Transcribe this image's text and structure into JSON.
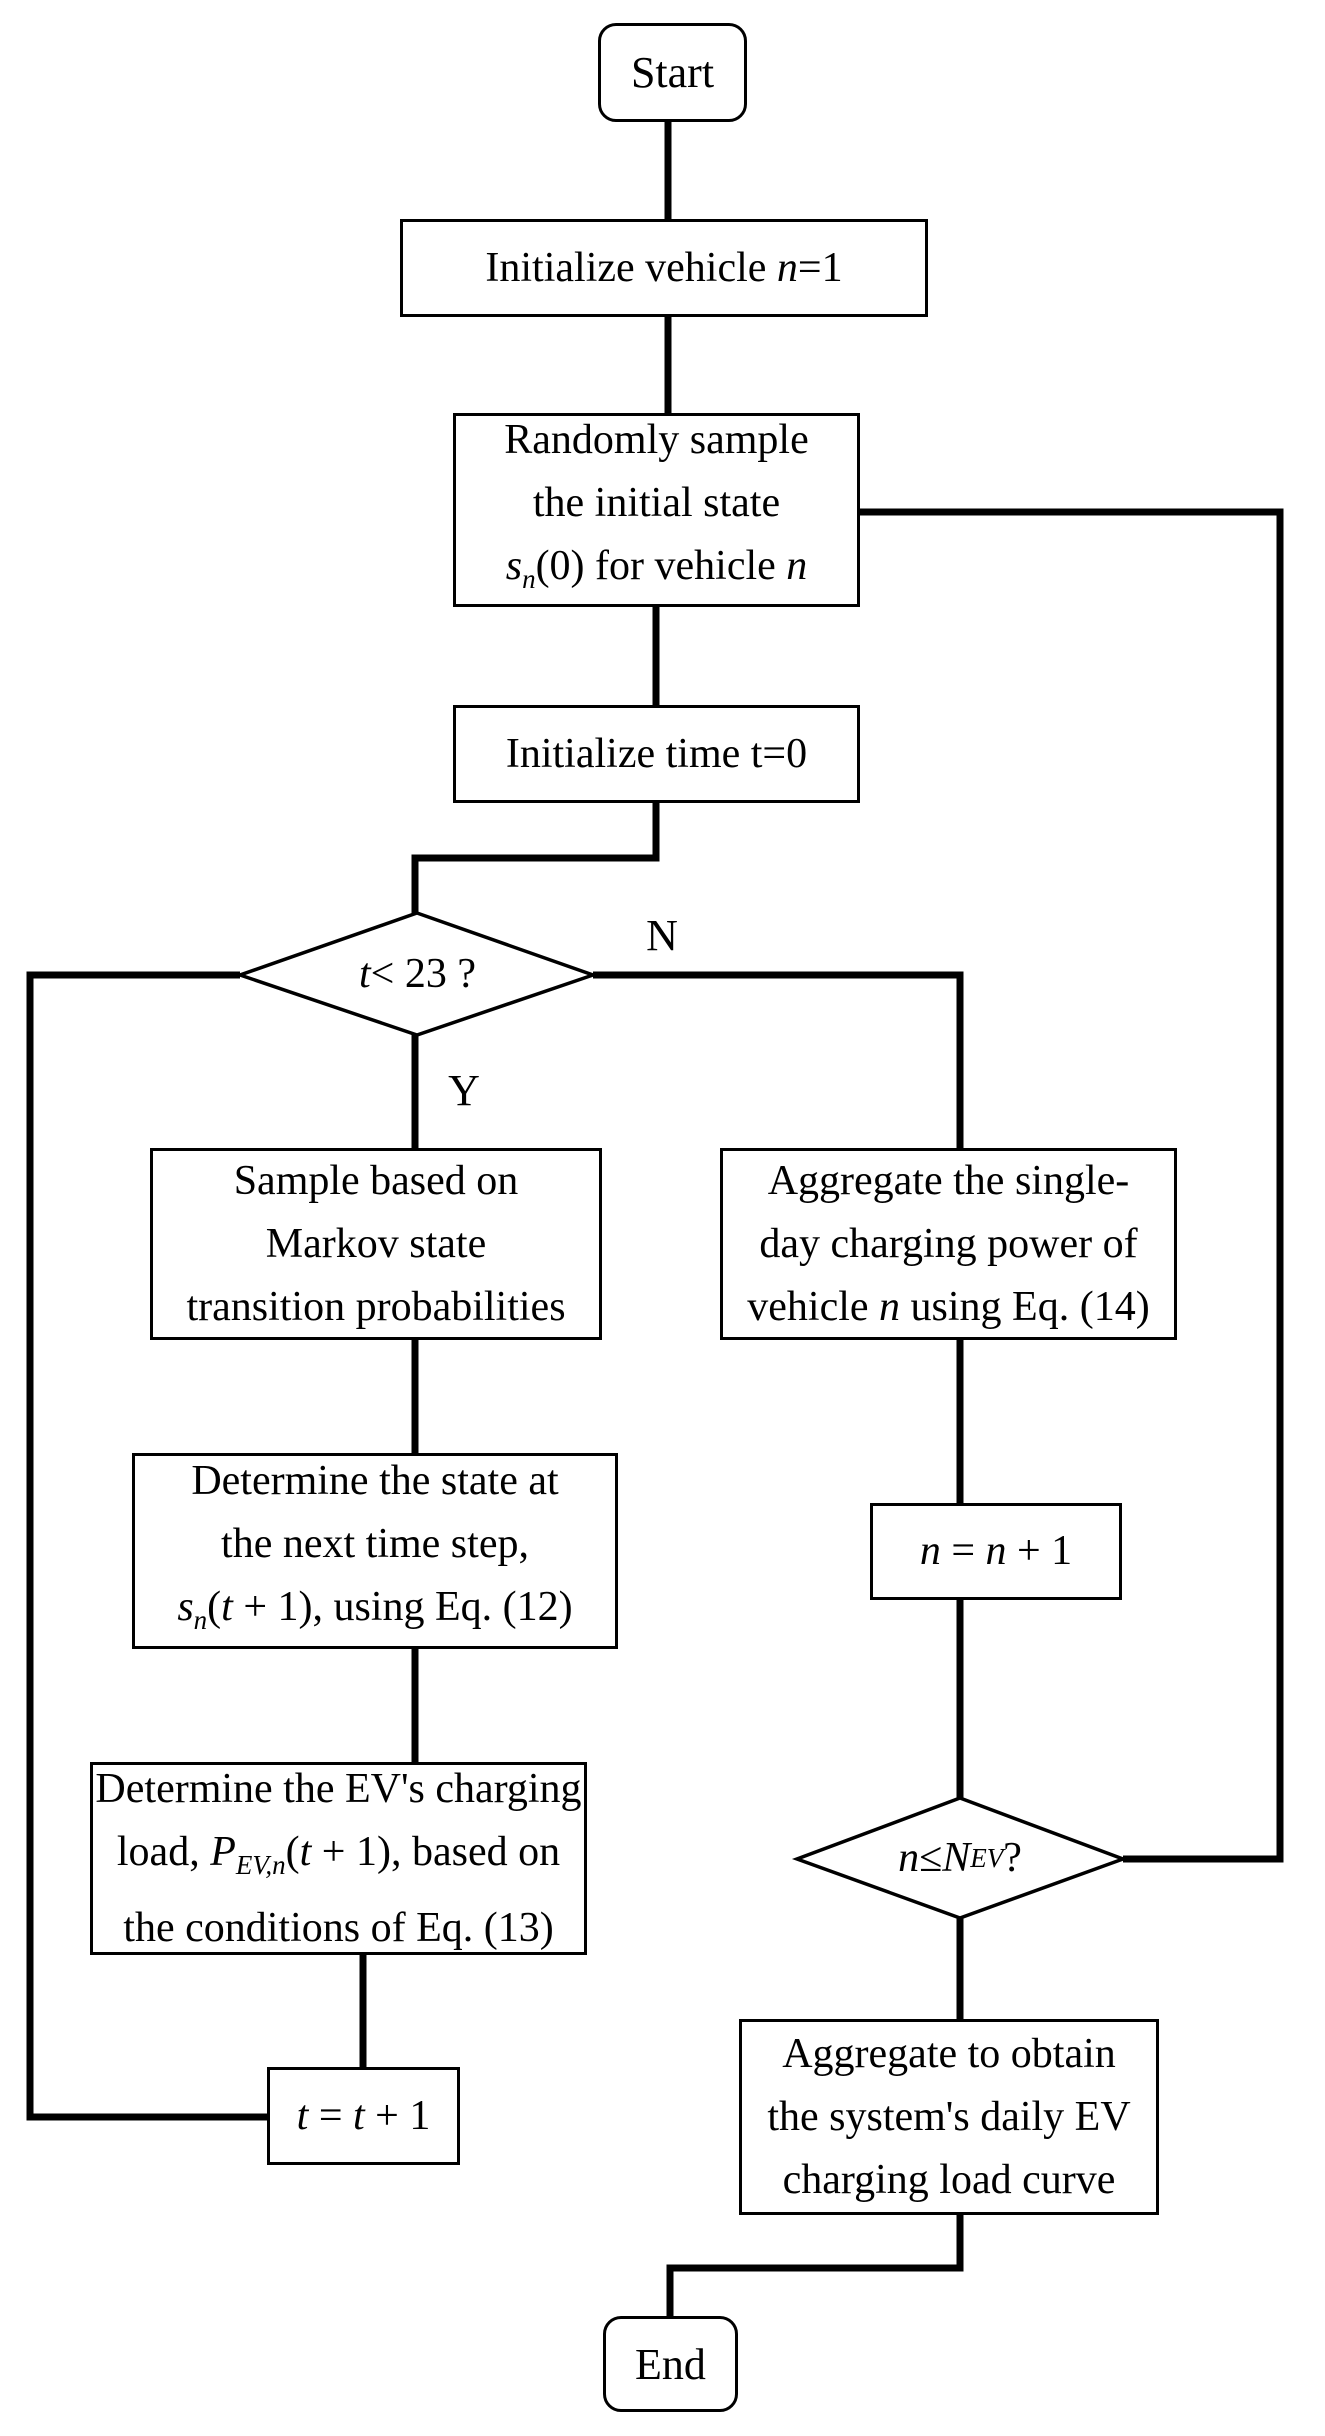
{
  "diagram_title": "EV charging load Monte-Carlo / Markov-chain simulation flowchart",
  "colors": {
    "line": "#000000",
    "fill": "#ffffff"
  },
  "branch_labels": {
    "yes": "Y",
    "no": "N"
  },
  "nodes": {
    "start": {
      "label": "Start"
    },
    "init_vehicle": {
      "a": "Initialize vehicle ",
      "b": "n",
      "c": "=1"
    },
    "random_sample": {
      "l1": "Randomly sample",
      "l2": "the initial state",
      "l3a": "s",
      "l3b": "n",
      "l3c": "(0) for vehicle ",
      "l3d": "n"
    },
    "init_time": {
      "label": "Initialize time t=0"
    },
    "decision_t": {
      "a": "t",
      "b": " < 23 ?"
    },
    "sample_markov": {
      "l1": "Sample based on",
      "l2": "Markov state",
      "l3": "transition probabilities"
    },
    "det_state": {
      "l1": "Determine the state at",
      "l2": "the next time step,",
      "l3a": "s",
      "l3b": "n",
      "l3c": "(",
      "l3d": "t",
      "l3e": " + 1), using Eq. (12)"
    },
    "det_ev": {
      "l1": "Determine the EV's charging",
      "l2a": "load, ",
      "l2b": "P",
      "l2c": "EV,n",
      "l2d": "(",
      "l2e": "t",
      "l2f": " + 1), based on",
      "l3": "the conditions of Eq. (13)"
    },
    "t_increment": {
      "a": "t",
      "b": " = ",
      "c": "t",
      "d": " + 1"
    },
    "agg_single": {
      "l1": "Aggregate the single-",
      "l2": "day charging power of",
      "l3a": "vehicle ",
      "l3b": "n",
      "l3c": " using Eq. (14)"
    },
    "n_increment": {
      "a": "n",
      "b": " = ",
      "c": "n",
      "d": " + 1"
    },
    "decision_n": {
      "a": "n",
      "b": " ≤ ",
      "c": "N",
      "d": "EV",
      "e": "?"
    },
    "agg_total": {
      "l1": "Aggregate to obtain",
      "l2": "the system's daily EV",
      "l3": "charging load curve"
    },
    "end": {
      "label": "End"
    }
  }
}
